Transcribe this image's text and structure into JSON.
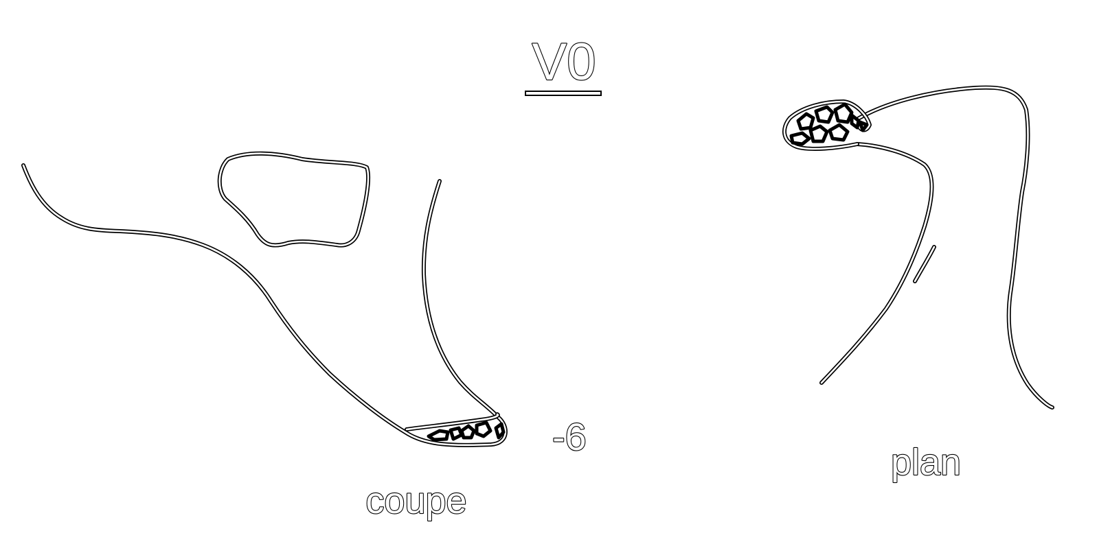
{
  "title": "V0",
  "coupe": {
    "label": "coupe",
    "depth_marker": "-6"
  },
  "plan": {
    "label": "plan"
  }
}
